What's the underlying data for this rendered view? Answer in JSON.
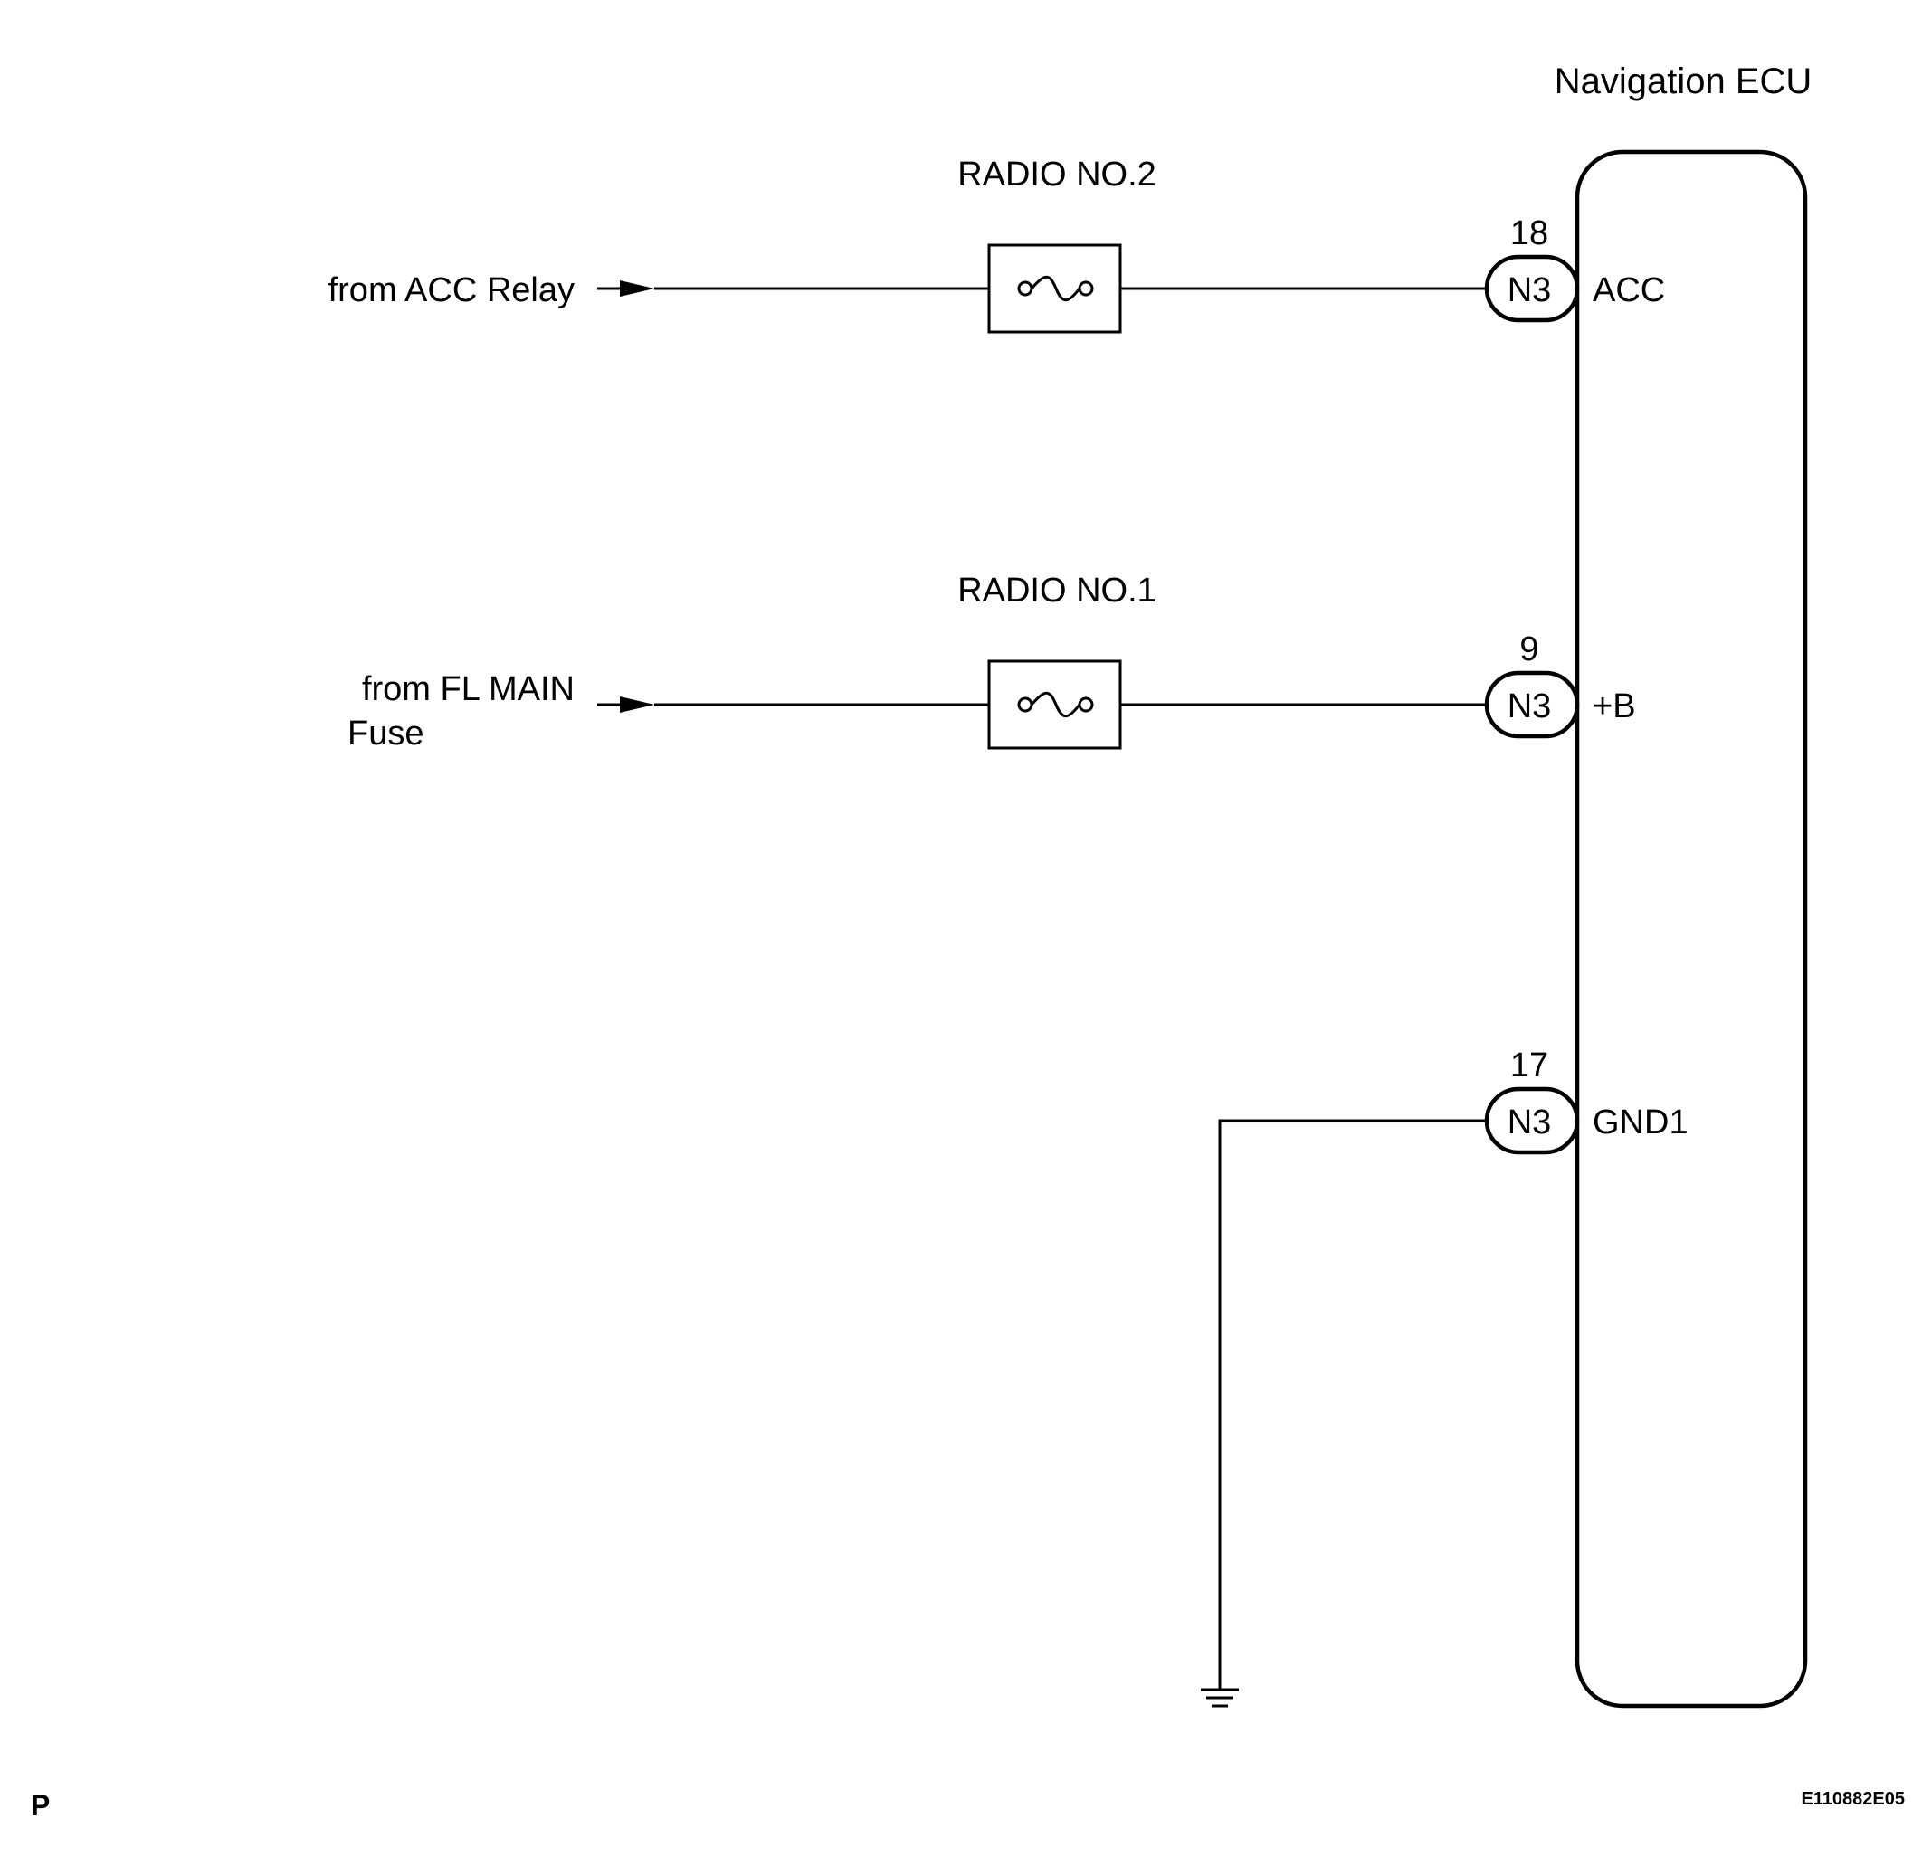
{
  "ecu": {
    "title": "Navigation ECU"
  },
  "inputs": [
    {
      "source_lines": [
        "from ACC Relay"
      ],
      "fuse": "RADIO NO.2",
      "connector": "N3",
      "pin": "18",
      "terminal": "ACC"
    },
    {
      "source_lines": [
        "from FL MAIN",
        "Fuse"
      ],
      "fuse": "RADIO NO.1",
      "connector": "N3",
      "pin": "9",
      "terminal": "+B"
    }
  ],
  "ground": {
    "connector": "N3",
    "pin": "17",
    "terminal": "GND1"
  },
  "footer": {
    "page_mark": "P",
    "figure_code": "E110882E05"
  }
}
